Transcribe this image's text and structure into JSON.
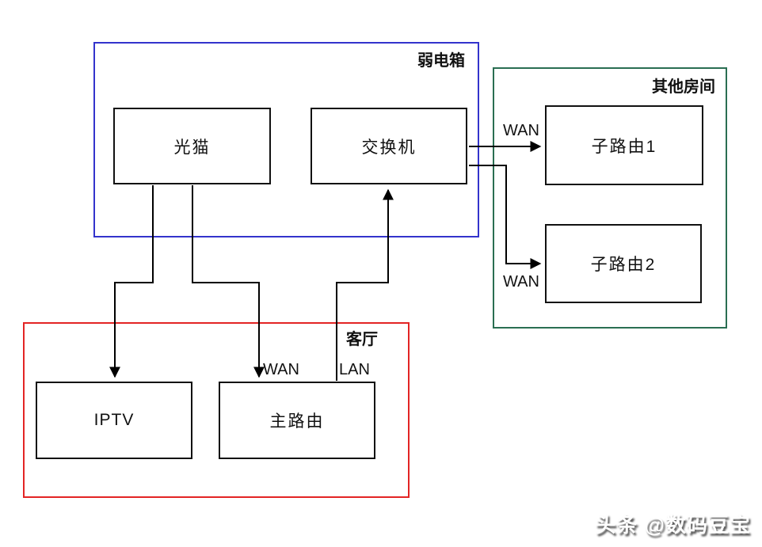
{
  "colors": {
    "weak_current_box_border": "#3333cc",
    "other_rooms_border": "#2a6e52",
    "living_room_border": "#e32424",
    "node_border": "#111111",
    "line": "#000000"
  },
  "groups": {
    "weak_current_box": {
      "label": "弱电箱"
    },
    "other_rooms": {
      "label": "其他房间"
    },
    "living_room": {
      "label": "客厅"
    }
  },
  "nodes": {
    "modem": {
      "label": "光猫"
    },
    "switch": {
      "label": "交换机"
    },
    "sub_router_1": {
      "label": "子路由1"
    },
    "sub_router_2": {
      "label": "子路由2"
    },
    "iptv": {
      "label": "IPTV"
    },
    "main_router": {
      "label": "主路由"
    }
  },
  "edge_labels": {
    "wan_to_sub_router_1": "WAN",
    "wan_to_sub_router_2": "WAN",
    "wan_to_main_router": "WAN",
    "lan_from_main_router": "LAN"
  },
  "watermark": {
    "text": "头条 @数码豆宝"
  }
}
